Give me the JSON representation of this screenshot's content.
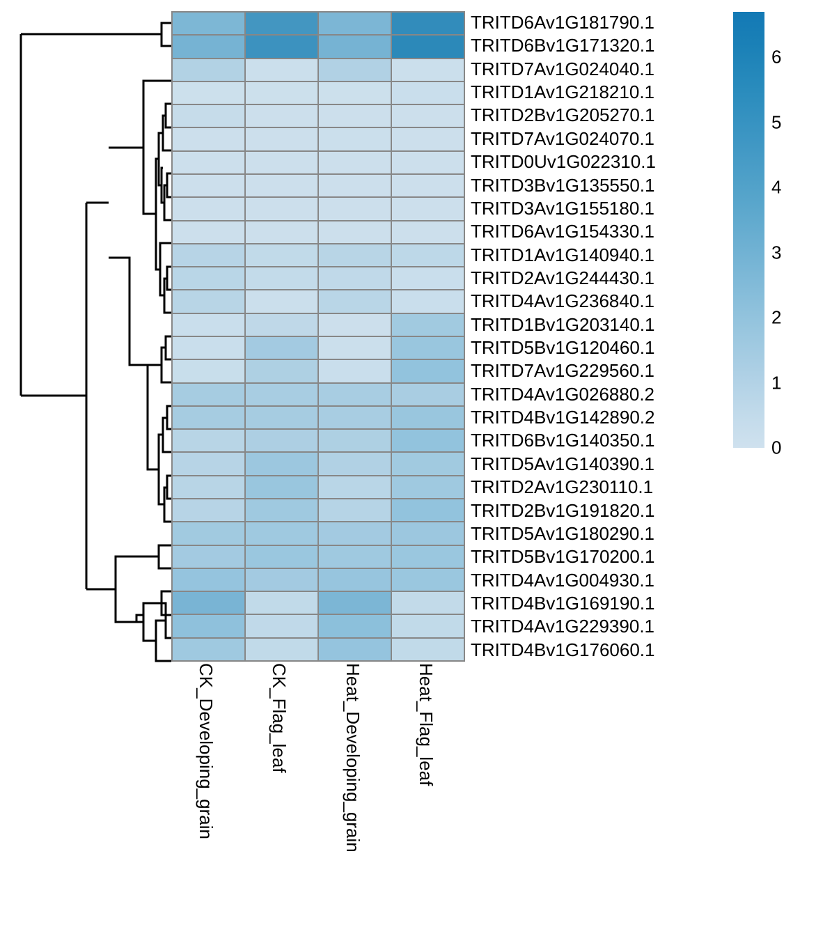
{
  "figure": {
    "type": "clustered-heatmap",
    "rows_label_side": "right",
    "dendrogram_side": "left"
  },
  "colorbar": {
    "name": "expression-colorbar",
    "orientation": "vertical",
    "vmin": 0,
    "vmax": 6.7,
    "ticks": [
      "6",
      "5",
      "4",
      "3",
      "2",
      "1",
      "0"
    ],
    "tick_values": [
      6,
      5,
      4,
      3,
      2,
      1,
      0
    ],
    "low_color": "#d0e2ee",
    "high_color": "#1379b5"
  },
  "chart_data": {
    "type": "heatmap",
    "title": "",
    "xlabel": "",
    "ylabel": "",
    "colormap": "PuBu-like sequential blue",
    "zlim": [
      0,
      6.7
    ],
    "grid": true,
    "legend_position": "right",
    "categories": [
      "CK_Developing_grain",
      "CK_Flag_leaf",
      "Heat_Developing_grain",
      "Heat_Flag_leaf"
    ],
    "rows": [
      "TRITD6Av1G181790.1",
      "TRITD6Bv1G171320.1",
      "TRITD7Av1G024040.1",
      "TRITD1Av1G218210.1",
      "TRITD2Bv1G205270.1",
      "TRITD7Av1G024070.1",
      "TRITD0Uv1G022310.1",
      "TRITD3Bv1G135550.1",
      "TRITD3Av1G155180.1",
      "TRITD6Av1G154330.1",
      "TRITD1Av1G140940.1",
      "TRITD2Av1G244430.1",
      "TRITD4Av1G236840.1",
      "TRITD1Bv1G203140.1",
      "TRITD5Bv1G120460.1",
      "TRITD7Av1G229560.1",
      "TRITD4Av1G026880.2",
      "TRITD4Bv1G142890.2",
      "TRITD6Bv1G140350.1",
      "TRITD5Av1G140390.1",
      "TRITD2Av1G230110.1",
      "TRITD2Bv1G191820.1",
      "TRITD5Av1G180290.1",
      "TRITD5Bv1G170200.1",
      "TRITD4Av1G004930.1",
      "TRITD4Bv1G169190.1",
      "TRITD4Av1G229390.1",
      "TRITD4Bv1G176060.1"
    ],
    "values": [
      [
        3.3,
        5.1,
        3.35,
        5.6
      ],
      [
        3.55,
        5.3,
        3.55,
        5.75
      ],
      [
        1.55,
        0.55,
        1.6,
        0.55
      ],
      [
        0.45,
        0.45,
        0.45,
        0.6
      ],
      [
        0.75,
        0.5,
        0.5,
        0.5
      ],
      [
        0.5,
        0.5,
        0.55,
        0.5
      ],
      [
        0.5,
        0.5,
        0.5,
        0.5
      ],
      [
        0.5,
        0.5,
        0.5,
        0.5
      ],
      [
        0.5,
        0.5,
        0.5,
        0.5
      ],
      [
        0.5,
        0.5,
        0.5,
        0.5
      ],
      [
        1.35,
        0.95,
        1.3,
        1.1
      ],
      [
        1.25,
        0.85,
        1.0,
        0.6
      ],
      [
        1.3,
        0.55,
        1.25,
        0.6
      ],
      [
        0.6,
        1.05,
        0.5,
        2.1
      ],
      [
        0.6,
        2.05,
        0.55,
        2.35
      ],
      [
        0.65,
        1.7,
        0.6,
        2.55
      ],
      [
        1.95,
        1.9,
        1.9,
        1.85
      ],
      [
        1.95,
        1.95,
        1.9,
        2.35
      ],
      [
        1.3,
        1.75,
        1.7,
        2.55
      ],
      [
        1.35,
        2.25,
        1.6,
        2.1
      ],
      [
        1.3,
        2.35,
        1.25,
        2.15
      ],
      [
        1.35,
        2.15,
        1.4,
        2.55
      ],
      [
        2.1,
        2.15,
        2.05,
        2.25
      ],
      [
        2.05,
        2.3,
        2.15,
        2.3
      ],
      [
        2.45,
        2.05,
        2.4,
        2.3
      ],
      [
        3.45,
        0.95,
        3.35,
        0.9
      ],
      [
        2.65,
        1.0,
        2.75,
        0.95
      ],
      [
        2.15,
        0.95,
        2.45,
        0.95
      ]
    ]
  }
}
